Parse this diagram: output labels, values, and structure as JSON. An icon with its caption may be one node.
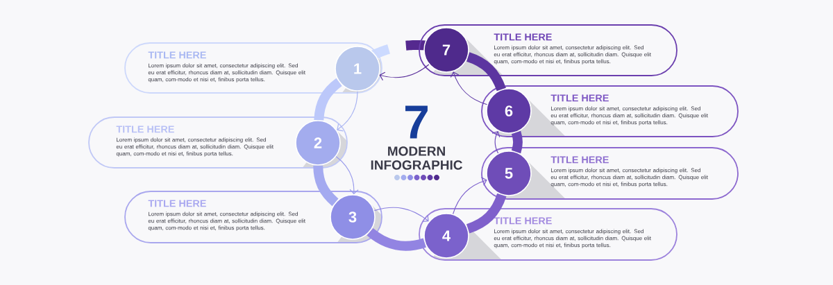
{
  "diagram": {
    "nodes": [
      {
        "text": [
          "TITLE HERE",
          "Lorem ipsum dolor sit amet, consectetur adipiscing elit. Sed eu erat efficitur, rhoncus diam at, sollicitudin diam. Quisque elit quam, com-modo et nisi et, finibus porta tellus."
        ]
      },
      {
        "text": [
          "1"
        ],
        "in": 0
      },
      {
        "text": [
          "TITLE HERE",
          "Lorem ipsum dolor sit amet, consectetur adipiscing elit. Sed eu erat efficitur, rhoncus diam at, sollicitudin diam. Quisque elit quam, com-modo et nisi et, finibus porta tellus."
        ]
      },
      {
        "text": [
          "2"
        ],
        "in": 2
      },
      {
        "text": [
          "TITLE HERE",
          "Lorem ipsum dolor sit amet, consectetur adipiscing elit. Sed eu erat efficitur, rhoncus diam at, sollicitudin diam. Quisque elit quam, com-modo et nisi et, finibus porta tellus."
        ]
      },
      {
        "text": [
          "3"
        ],
        "in": 4
      },
      {
        "text": [
          "TITLE HERE",
          "Lorem ipsum dolor sit amet, consectetur adipiscing elit. Sed eu erat efficitur, rhoncus diam at, sollicitudin diam. Quisque elit quam, com-modo et nisi et, finibus porta tellus."
        ]
      },
      {
        "text": [
          "4"
        ],
        "in": 6
      },
      {
        "text": [
          "TITLE HERE",
          "Lorem ipsum dolor sit amet, consectetur adipiscing elit. Sed eu erat efficitur, rhoncus diam at, sollicitudin diam. Quisque elit quam, com-modo et nisi et, finibus porta tellus."
        ]
      },
      {
        "text": [
          "5"
        ],
        "in": 8
      },
      {
        "text": [
          "TITLE HERE",
          "Lorem ipsum dolor sit amet, consectetur adipiscing elit. Sed eu erat efficitur, rhoncus diam at, sollicitudin diam. Quisque elit quam, com-modo et nisi et, finibus porta tellus."
        ]
      },
      {
        "text": [
          "6"
        ],
        "in": 10
      },
      {
        "text": [
          "TITLE HERE",
          "Lorem ipsum dolor sit amet, consectetur adipiscing elit. Sed eu erat efficitur, rhoncus diam at, sollicitudin diam. Quisque elit quam, com-modo et nisi et, finibus porta tellus."
        ]
      },
      {
        "text": [
          "7"
        ],
        "in": 12
      }
    ],
    "edges": [
      {
        "from": 1,
        "to": 3,
        "arrow": "to",
        "color": "#a9b4f2"
      },
      {
        "from": 3,
        "to": 5,
        "arrow": "to",
        "color": "#9a9cec"
      },
      {
        "from": 5,
        "to": 7,
        "arrow": "to",
        "color": "#8c82e0"
      },
      {
        "from": 7,
        "to": 9,
        "arrow": "to",
        "color": "#7b5fcc"
      },
      {
        "from": 9,
        "to": 11,
        "arrow": "to",
        "color": "#6e4bbb"
      },
      {
        "from": 11,
        "to": 13,
        "arrow": "to",
        "color": "#5f3aa6"
      },
      {
        "from": 13,
        "to": 1,
        "arrow": "to",
        "color": "#5a2f9a"
      },
      {
        "from": 1,
        "to": 3,
        "arrow": "none",
        "style": "thick",
        "color": "#bcc8fa"
      },
      {
        "from": 3,
        "to": 5,
        "arrow": "none",
        "style": "thick",
        "color": "#a4aaf0"
      },
      {
        "from": 5,
        "to": 7,
        "arrow": "none",
        "style": "thick",
        "color": "#9284e2"
      },
      {
        "from": 7,
        "to": 9,
        "arrow": "none",
        "style": "thick",
        "color": "#7f60cb"
      },
      {
        "from": 9,
        "to": 11,
        "arrow": "none",
        "style": "thick",
        "color": "#6b48b5"
      },
      {
        "from": 11,
        "to": 13,
        "arrow": "none",
        "style": "thick",
        "color": "#5c35a0"
      }
    ],
    "labels": [
      "7",
      "MODERN INFOGRAPHIC"
    ]
  }
}
